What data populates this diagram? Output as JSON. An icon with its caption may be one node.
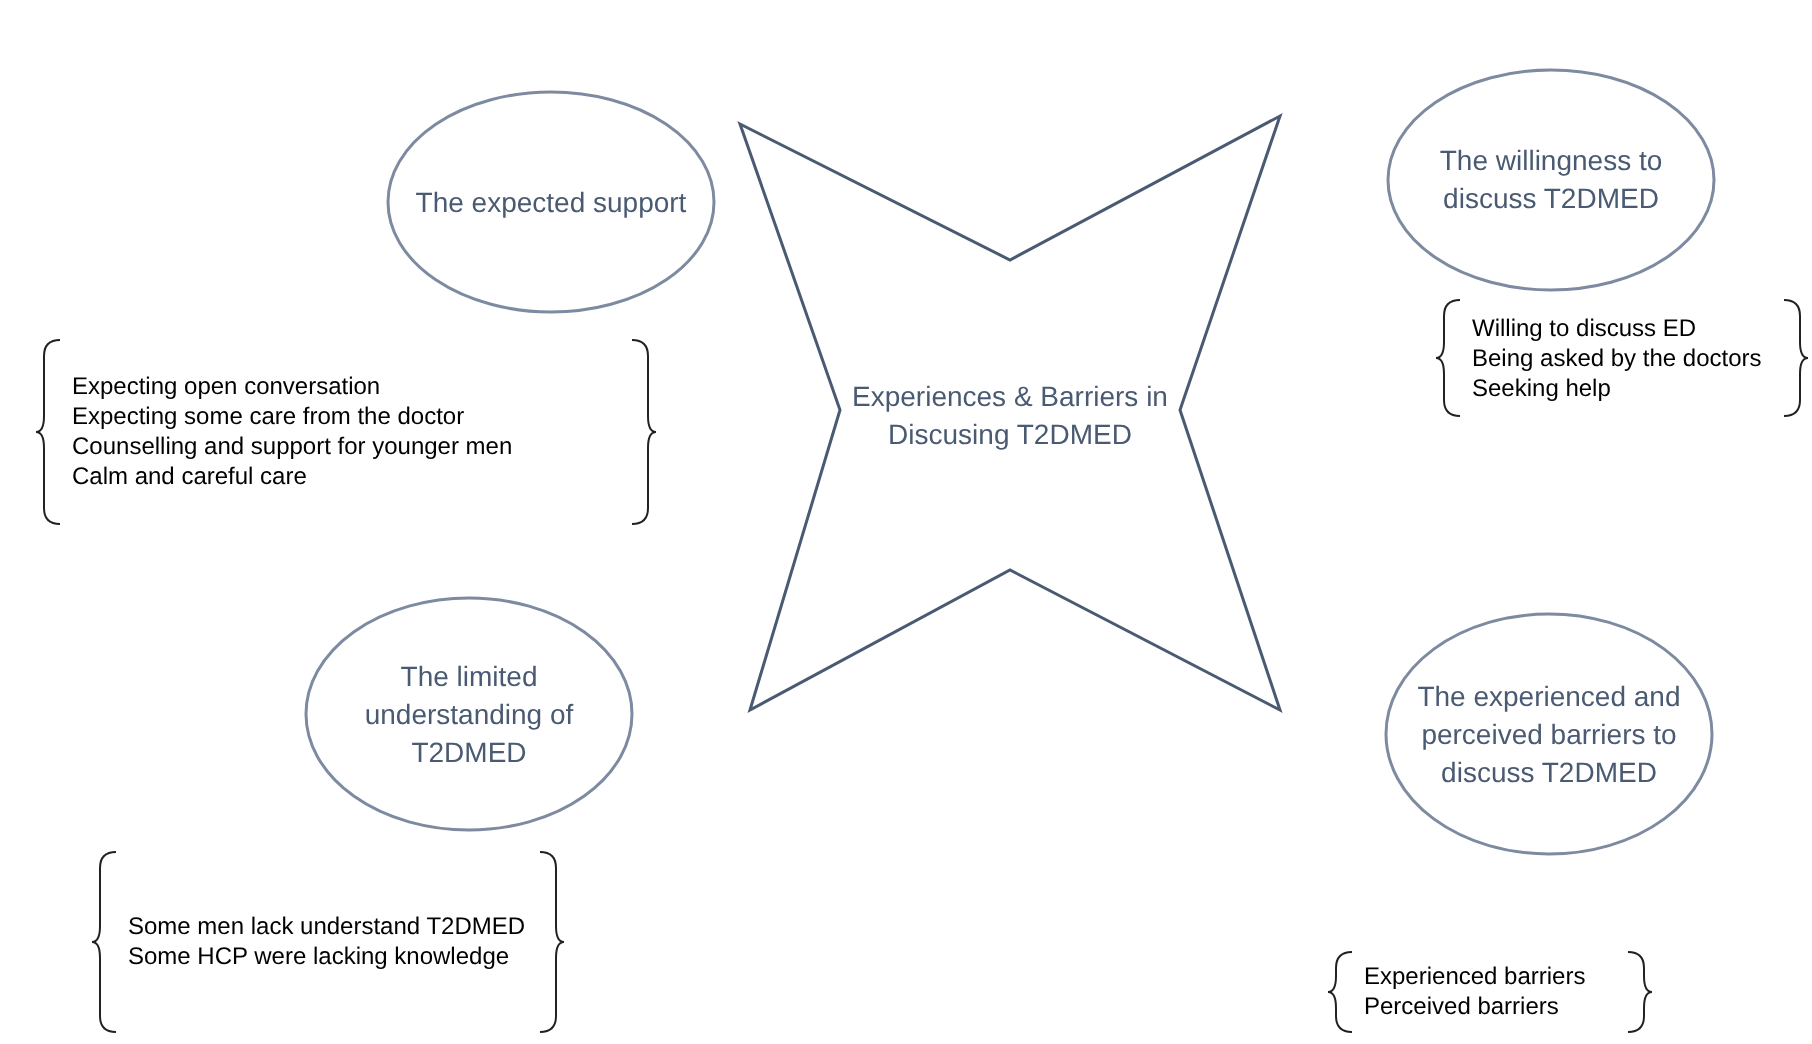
{
  "diagram": {
    "nodes": [
      {
        "text": [
          "The expected support"
        ],
        "beside": [
          "Expecting open conversation",
          "Expecting some care from the doctor",
          "Counselling and support for younger men",
          "Calm and careful care"
        ]
      },
      {
        "text": [
          "The willingness to discuss T2DMED"
        ],
        "beside": [
          "Willing to discuss ED",
          "Being asked by the doctors",
          "Seeking help"
        ]
      },
      {
        "text": [
          "Experiences & Barriers in Discusing T2DMED"
        ]
      },
      {
        "text": [
          "The limited understanding of T2DMED"
        ],
        "beside": [
          "Some men lack understand T2DMED",
          "Some HCP were lacking knowledge"
        ]
      },
      {
        "text": [
          "The experienced and perceived barriers to discuss T2DMED"
        ],
        "beside": [
          "Experienced barriers",
          "Perceived barriers"
        ]
      }
    ]
  }
}
